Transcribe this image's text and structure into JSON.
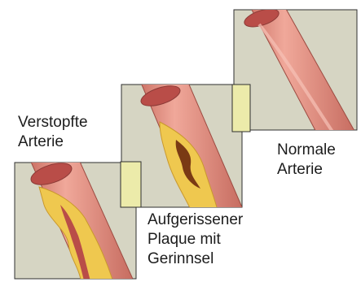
{
  "labels": {
    "blocked_artery": {
      "line1": "Verstopfte",
      "line2": "Arterie"
    },
    "ruptured_plaque": {
      "line1": "Aufgerissener",
      "line2": "Plaque mit",
      "line3": "Gerinnsel"
    },
    "normal_artery": {
      "line1": "Normale",
      "line2": "Arterie"
    }
  },
  "colors": {
    "panel_background": "#d6d5c3",
    "panel_border": "#2f2f2f",
    "artery_wall": "#d98476",
    "artery_lumen": "#b94d48",
    "plaque": "#efc84f",
    "clot": "#7a3a14",
    "highlight": "#ecebaa"
  }
}
